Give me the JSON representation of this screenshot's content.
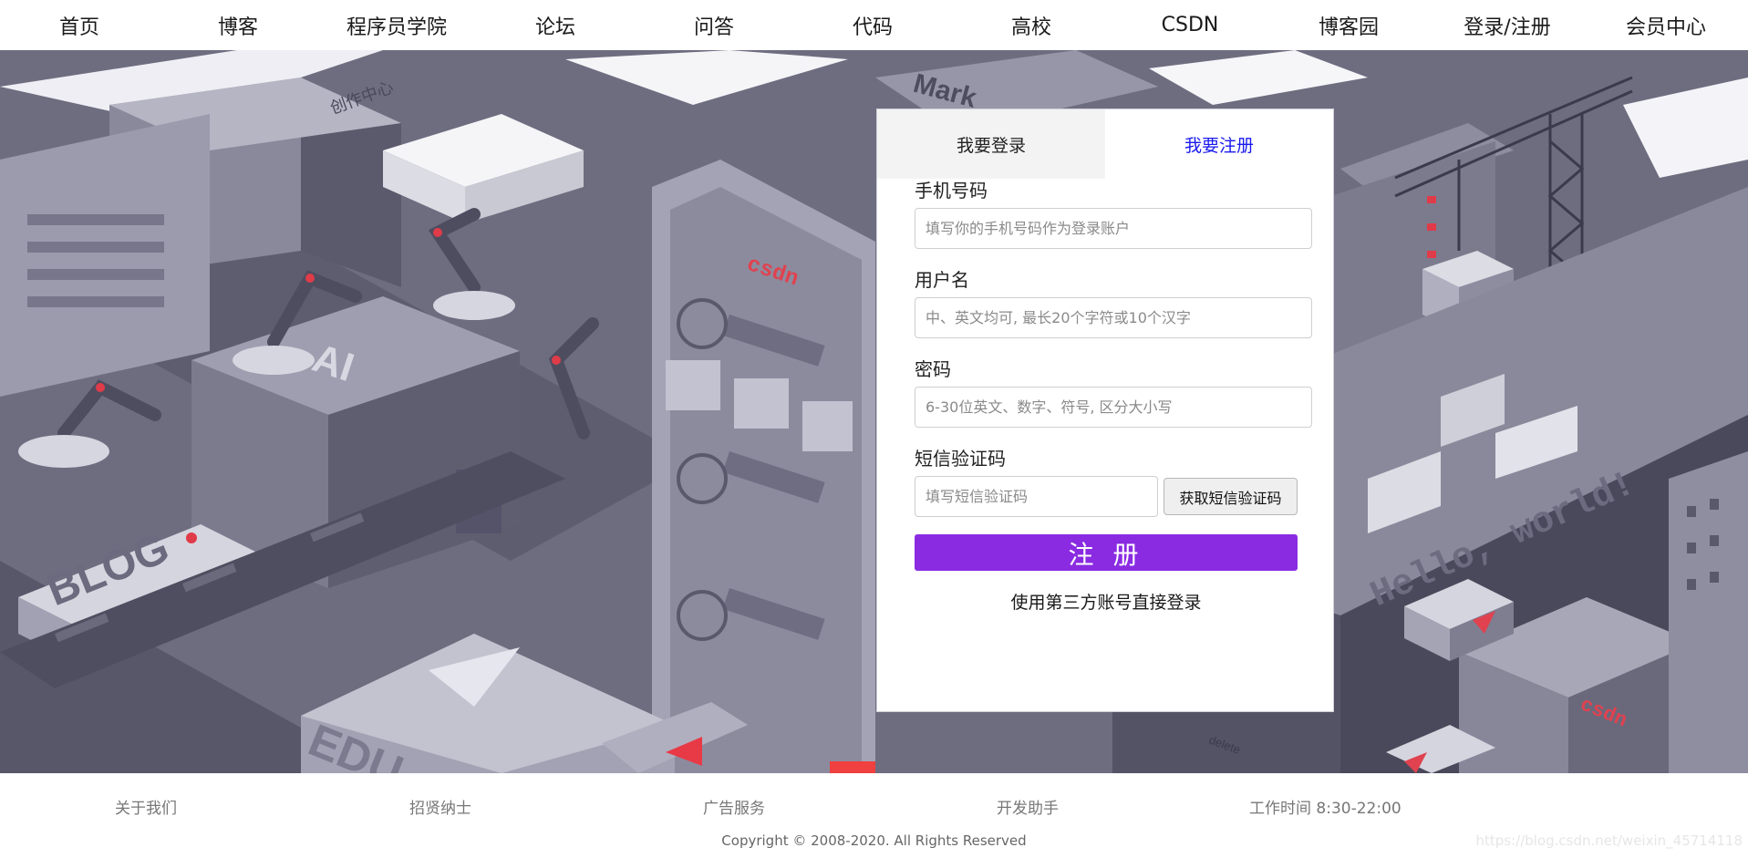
{
  "nav": {
    "items": [
      "首页",
      "博客",
      "程序员学院",
      "论坛",
      "问答",
      "代码",
      "高校",
      "CSDN",
      "博客园",
      "登录/注册",
      "会员中心"
    ]
  },
  "hero": {
    "signs": {
      "creator": "创作中心",
      "mark": "Mark",
      "csdn1": "csdn",
      "csdn2": "csdn",
      "ai": "AI",
      "blog": "BLOG",
      "edu": "EDU",
      "hello": "Hello, world!",
      "delete": "delete"
    }
  },
  "register": {
    "tabs": {
      "login": "我要登录",
      "register": "我要注册"
    },
    "fields": {
      "phone": {
        "label": "手机号码",
        "placeholder": "填写你的手机号码作为登录账户"
      },
      "username": {
        "label": "用户名",
        "placeholder": "中、英文均可, 最长20个字符或10个汉字"
      },
      "password": {
        "label": "密码",
        "placeholder": "6-30位英文、数字、符号, 区分大小写"
      },
      "sms": {
        "label": "短信验证码",
        "placeholder": "填写短信验证码",
        "button": "获取短信验证码"
      }
    },
    "submit": "注 册",
    "third_party": "使用第三方账号直接登录"
  },
  "footer": {
    "links": [
      "关于我们",
      "招贤纳士",
      "广告服务",
      "开发助手",
      "工作时间 8:30-22:00"
    ],
    "copyright": "Copyright © 2008-2020. All Rights Reserved",
    "watermark": "https://blog.csdn.net/weixin_45714118"
  },
  "colors": {
    "accent_purple": "#8a2be2",
    "tab_active_text": "#1a1aee",
    "hero_base": "#6f6e80"
  }
}
